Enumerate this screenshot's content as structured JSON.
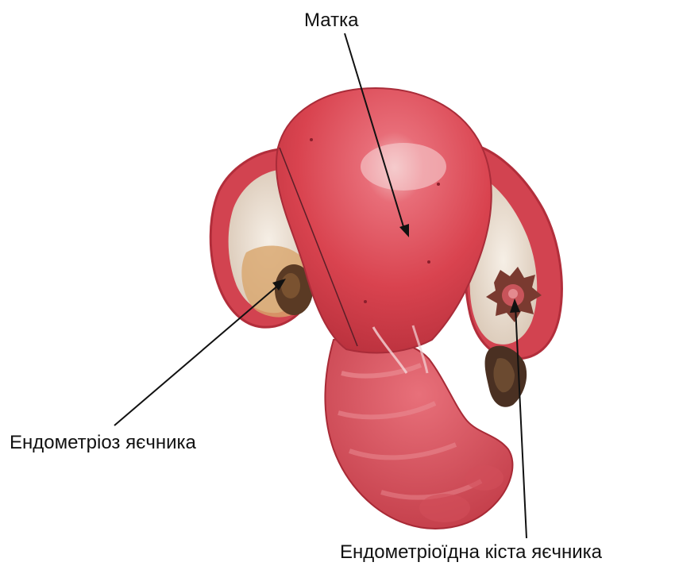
{
  "labels": {
    "uterus": "Матка",
    "ovarian_endometriosis": "Ендометріоз яєчника",
    "endometrioid_cyst": "Ендометріоїдна кіста яєчника"
  },
  "colors": {
    "uterus_body": "#d9434f",
    "uterus_highlight": "#f2b8bd",
    "tube_outline": "#c63442",
    "ovary_tissue": "#efe6dc",
    "lesion_dark": "#5a3a24",
    "cyst_core": "#c8545a",
    "arrow": "#111111",
    "background": "#ffffff"
  },
  "icons": {
    "illustration": "uterus-anatomy-drawing"
  }
}
